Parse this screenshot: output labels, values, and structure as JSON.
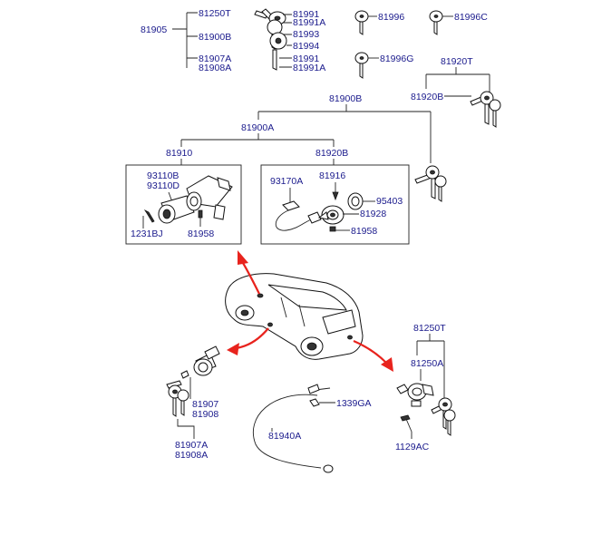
{
  "colors": {
    "label": "#1a1a8c",
    "arrow": "#e8231d",
    "line": "#222222"
  },
  "labels": {
    "l81905": "81905",
    "l81250T_top": "81250T",
    "l81900B_top": "81900B",
    "l81907A_top": "81907A",
    "l81908A_top": "81908A",
    "l81991_a": "81991",
    "l81991A_a": "81991A",
    "l81993": "81993",
    "l81994": "81994",
    "l81991_b": "81991",
    "l81991A_b": "81991A",
    "l81996": "81996",
    "l81996C": "81996C",
    "l81996G": "81996G",
    "l81920T": "81920T",
    "l81920B_r": "81920B",
    "l81900B_mid": "81900B",
    "l81900A": "81900A",
    "l81910": "81910",
    "l81920B_mid": "81920B",
    "l93110B": "93110B",
    "l93110D": "93110D",
    "l1231BJ": "1231BJ",
    "l81958_l": "81958",
    "l93170A": "93170A",
    "l81916": "81916",
    "l95403": "95403",
    "l81928": "81928",
    "l81958_r": "81958",
    "l81907": "81907",
    "l81908": "81908",
    "l81907A_bot": "81907A",
    "l81908A_bot": "81908A",
    "l81940A": "81940A",
    "l1339GA": "1339GA",
    "l81250T_bot": "81250T",
    "l81250A": "81250A",
    "l1129AC": "1129AC"
  }
}
